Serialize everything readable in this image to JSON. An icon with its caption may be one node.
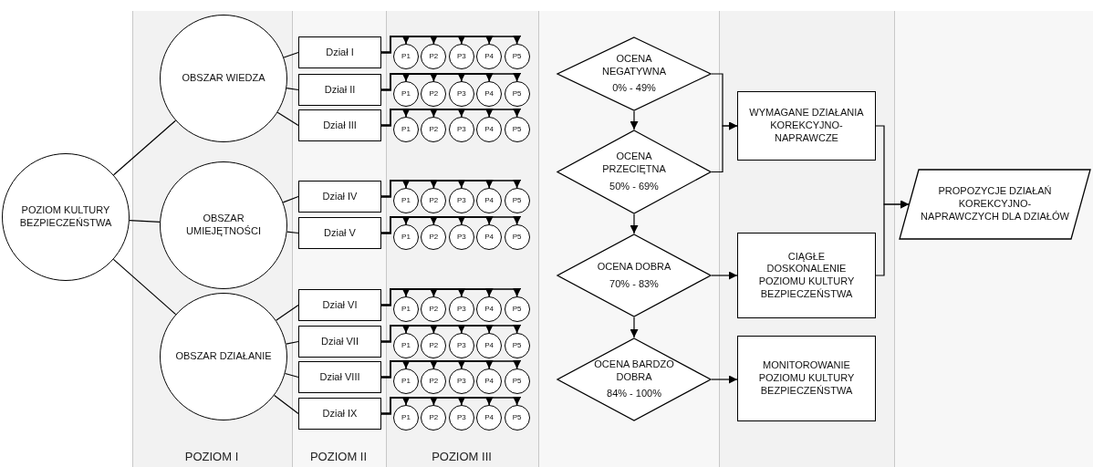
{
  "diagram": {
    "nodes": [
      {
        "text": [
          "POZIOM KULTURY BEZPIECZEŃSTWA"
        ]
      },
      {
        "text": [
          "OBSZAR WIEDZA"
        ]
      },
      {
        "text": [
          "OBSZAR UMIEJĘTNOŚCI"
        ]
      },
      {
        "text": [
          "OBSZAR DZIAŁANIE"
        ]
      },
      {
        "text": [
          "Dział I"
        ]
      },
      {
        "text": [
          "Dział II"
        ]
      },
      {
        "text": [
          "Dział III"
        ]
      },
      {
        "text": [
          "Dział IV"
        ]
      },
      {
        "text": [
          "Dział V"
        ]
      },
      {
        "text": [
          "Dział VI"
        ]
      },
      {
        "text": [
          "Dział VII"
        ]
      },
      {
        "text": [
          "Dział VIII"
        ]
      },
      {
        "text": [
          "Dział IX"
        ]
      },
      {
        "text": [
          "P1"
        ]
      },
      {
        "text": [
          "P2"
        ]
      },
      {
        "text": [
          "P3"
        ]
      },
      {
        "text": [
          "P4"
        ]
      },
      {
        "text": [
          "P5"
        ]
      },
      {
        "text": [
          "P1"
        ]
      },
      {
        "text": [
          "P2"
        ]
      },
      {
        "text": [
          "P3"
        ]
      },
      {
        "text": [
          "P4"
        ]
      },
      {
        "text": [
          "P5"
        ]
      },
      {
        "text": [
          "P1"
        ]
      },
      {
        "text": [
          "P2"
        ]
      },
      {
        "text": [
          "P3"
        ]
      },
      {
        "text": [
          "P4"
        ]
      },
      {
        "text": [
          "P5"
        ]
      },
      {
        "text": [
          "P1"
        ]
      },
      {
        "text": [
          "P2"
        ]
      },
      {
        "text": [
          "P3"
        ]
      },
      {
        "text": [
          "P4"
        ]
      },
      {
        "text": [
          "P5"
        ]
      },
      {
        "text": [
          "P1"
        ]
      },
      {
        "text": [
          "P2"
        ]
      },
      {
        "text": [
          "P3"
        ]
      },
      {
        "text": [
          "P4"
        ]
      },
      {
        "text": [
          "P5"
        ]
      },
      {
        "text": [
          "P1"
        ]
      },
      {
        "text": [
          "P2"
        ]
      },
      {
        "text": [
          "P3"
        ]
      },
      {
        "text": [
          "P4"
        ]
      },
      {
        "text": [
          "P5"
        ]
      },
      {
        "text": [
          "P1"
        ]
      },
      {
        "text": [
          "P2"
        ]
      },
      {
        "text": [
          "P3"
        ]
      },
      {
        "text": [
          "P4"
        ]
      },
      {
        "text": [
          "P5"
        ]
      },
      {
        "text": [
          "P1"
        ]
      },
      {
        "text": [
          "P2"
        ]
      },
      {
        "text": [
          "P3"
        ]
      },
      {
        "text": [
          "P4"
        ]
      },
      {
        "text": [
          "P5"
        ]
      },
      {
        "text": [
          "P1"
        ]
      },
      {
        "text": [
          "P2"
        ]
      },
      {
        "text": [
          "P3"
        ]
      },
      {
        "text": [
          "P4"
        ]
      },
      {
        "text": [
          "P5"
        ]
      },
      {
        "text": [
          "OCENA NEGATYWNA",
          "0% - 49%"
        ]
      },
      {
        "text": [
          "OCENA PRZECIĘTNA",
          "50% - 69%"
        ]
      },
      {
        "text": [
          "OCENA DOBRA",
          "70% - 83%"
        ]
      },
      {
        "text": [
          "OCENA BARDZO DOBRA",
          "84% - 100%"
        ]
      },
      {
        "text": [
          "WYMAGANE DZIAŁANIA KOREKCYJNO-NAPRAWCZE"
        ]
      },
      {
        "text": [
          "CIĄGŁE DOSKONALENIE POZIOMU KULTURY BEZPIECZEŃSTWA"
        ]
      },
      {
        "text": [
          "MONITOROWANIE POZIOMU KULTURY BEZPIECZEŃSTWA"
        ]
      },
      {
        "text": [
          "PROPOZYCJE DZIAŁAŃ KOREKCYJNO-NAPRAWCZYCH DLA DZIAŁÓW"
        ]
      }
    ],
    "edges": [
      {
        "from": 0,
        "to": 1,
        "arrow": "none"
      },
      {
        "from": 0,
        "to": 2,
        "arrow": "none"
      },
      {
        "from": 0,
        "to": 3,
        "arrow": "none"
      },
      {
        "from": 1,
        "to": 4,
        "arrow": "none"
      },
      {
        "from": 1,
        "to": 5,
        "arrow": "none"
      },
      {
        "from": 1,
        "to": 6,
        "arrow": "none"
      },
      {
        "from": 2,
        "to": 7,
        "arrow": "none"
      },
      {
        "from": 2,
        "to": 8,
        "arrow": "none"
      },
      {
        "from": 3,
        "to": 9,
        "arrow": "none"
      },
      {
        "from": 3,
        "to": 10,
        "arrow": "none"
      },
      {
        "from": 3,
        "to": 11,
        "arrow": "none"
      },
      {
        "from": 3,
        "to": 12,
        "arrow": "none"
      },
      {
        "from": 4,
        "to": 13,
        "arrow": "to"
      },
      {
        "from": 4,
        "to": 14,
        "arrow": "to"
      },
      {
        "from": 4,
        "to": 15,
        "arrow": "to"
      },
      {
        "from": 4,
        "to": 16,
        "arrow": "to"
      },
      {
        "from": 4,
        "to": 17,
        "arrow": "to"
      },
      {
        "from": 5,
        "to": 18,
        "arrow": "to"
      },
      {
        "from": 5,
        "to": 19,
        "arrow": "to"
      },
      {
        "from": 5,
        "to": 20,
        "arrow": "to"
      },
      {
        "from": 5,
        "to": 21,
        "arrow": "to"
      },
      {
        "from": 5,
        "to": 22,
        "arrow": "to"
      },
      {
        "from": 6,
        "to": 23,
        "arrow": "to"
      },
      {
        "from": 6,
        "to": 24,
        "arrow": "to"
      },
      {
        "from": 6,
        "to": 25,
        "arrow": "to"
      },
      {
        "from": 6,
        "to": 26,
        "arrow": "to"
      },
      {
        "from": 6,
        "to": 27,
        "arrow": "to"
      },
      {
        "from": 7,
        "to": 28,
        "arrow": "to"
      },
      {
        "from": 7,
        "to": 29,
        "arrow": "to"
      },
      {
        "from": 7,
        "to": 30,
        "arrow": "to"
      },
      {
        "from": 7,
        "to": 31,
        "arrow": "to"
      },
      {
        "from": 7,
        "to": 32,
        "arrow": "to"
      },
      {
        "from": 8,
        "to": 33,
        "arrow": "to"
      },
      {
        "from": 8,
        "to": 34,
        "arrow": "to"
      },
      {
        "from": 8,
        "to": 35,
        "arrow": "to"
      },
      {
        "from": 8,
        "to": 36,
        "arrow": "to"
      },
      {
        "from": 8,
        "to": 37,
        "arrow": "to"
      },
      {
        "from": 9,
        "to": 38,
        "arrow": "to"
      },
      {
        "from": 9,
        "to": 39,
        "arrow": "to"
      },
      {
        "from": 9,
        "to": 40,
        "arrow": "to"
      },
      {
        "from": 9,
        "to": 41,
        "arrow": "to"
      },
      {
        "from": 9,
        "to": 42,
        "arrow": "to"
      },
      {
        "from": 10,
        "to": 43,
        "arrow": "to"
      },
      {
        "from": 10,
        "to": 44,
        "arrow": "to"
      },
      {
        "from": 10,
        "to": 45,
        "arrow": "to"
      },
      {
        "from": 10,
        "to": 46,
        "arrow": "to"
      },
      {
        "from": 10,
        "to": 47,
        "arrow": "to"
      },
      {
        "from": 11,
        "to": 48,
        "arrow": "to"
      },
      {
        "from": 11,
        "to": 49,
        "arrow": "to"
      },
      {
        "from": 11,
        "to": 50,
        "arrow": "to"
      },
      {
        "from": 11,
        "to": 51,
        "arrow": "to"
      },
      {
        "from": 11,
        "to": 52,
        "arrow": "to"
      },
      {
        "from": 12,
        "to": 53,
        "arrow": "to"
      },
      {
        "from": 12,
        "to": 54,
        "arrow": "to"
      },
      {
        "from": 12,
        "to": 55,
        "arrow": "to"
      },
      {
        "from": 12,
        "to": 56,
        "arrow": "to"
      },
      {
        "from": 12,
        "to": 57,
        "arrow": "to"
      },
      {
        "from": 58,
        "to": 59,
        "arrow": "to"
      },
      {
        "from": 59,
        "to": 60,
        "arrow": "to"
      },
      {
        "from": 60,
        "to": 61,
        "arrow": "to"
      },
      {
        "from": 58,
        "to": 62,
        "arrow": "to"
      },
      {
        "from": 59,
        "to": 62,
        "arrow": "to"
      },
      {
        "from": 60,
        "to": 63,
        "arrow": "to"
      },
      {
        "from": 61,
        "to": 64,
        "arrow": "to"
      },
      {
        "from": 62,
        "to": 65,
        "arrow": "to"
      },
      {
        "from": 63,
        "to": 65,
        "arrow": "to"
      }
    ],
    "labels": [
      "POZIOM I",
      "POZIOM II",
      "POZIOM III"
    ]
  }
}
